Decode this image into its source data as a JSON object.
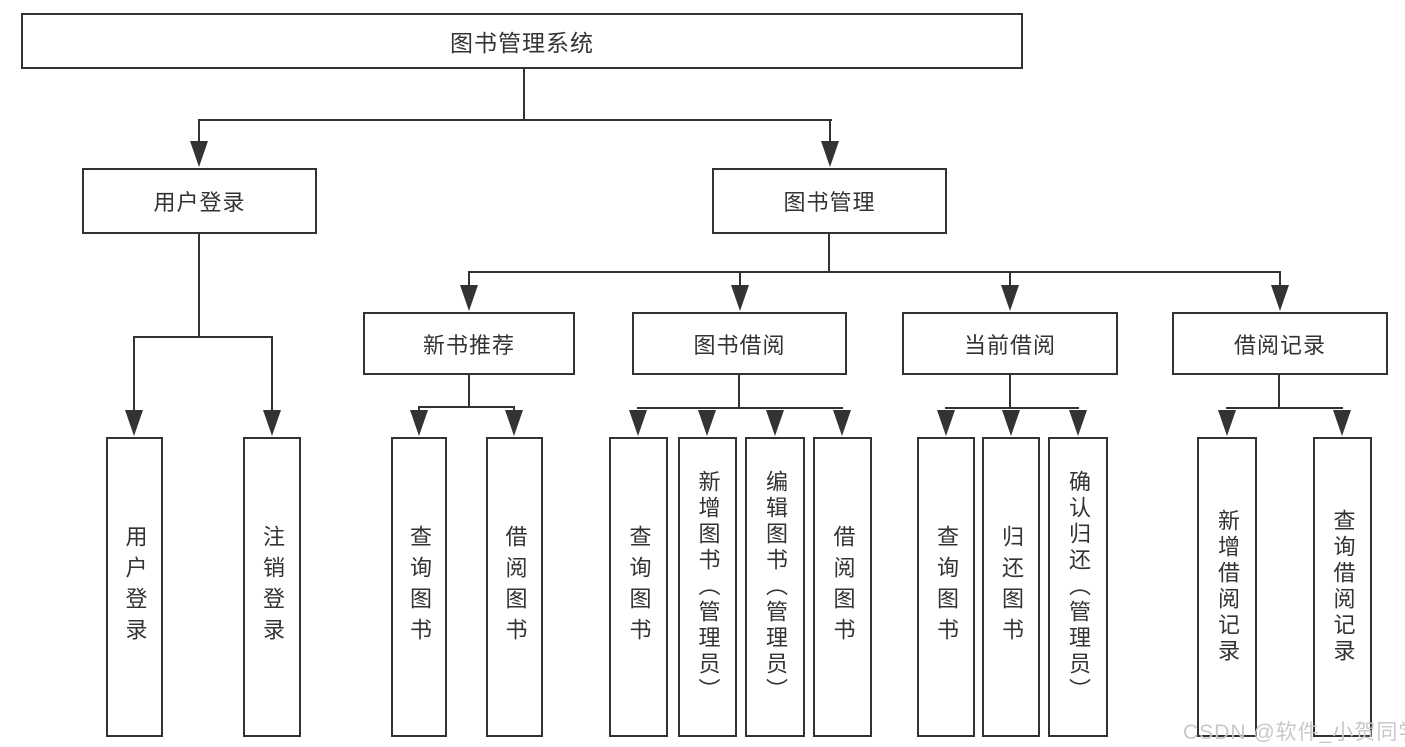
{
  "title": "图书管理系统",
  "level2": {
    "user_login": "用户登录",
    "book_management": "图书管理"
  },
  "level3": {
    "new_books": "新书推荐",
    "book_borrow": "图书借阅",
    "current_borrow": "当前借阅",
    "borrow_records": "借阅记录"
  },
  "leaves": {
    "user_login": [
      "用户登录",
      "注销登录"
    ],
    "new_books": [
      "查询图书",
      "借阅图书"
    ],
    "book_borrow": [
      "查询图书",
      "新增图书（管理员）",
      "编辑图书（管理员）",
      "借阅图书"
    ],
    "current_borrow": [
      "查询图书",
      "归还图书",
      "确认归还（管理员）"
    ],
    "borrow_records": [
      "新增借阅记录",
      "查询借阅记录"
    ]
  },
  "watermark": "CSDN @软件_小贺同学",
  "colors": {
    "line": "#333333",
    "text": "#333333",
    "background": "#ffffff",
    "watermark": "#c8c8c8"
  }
}
